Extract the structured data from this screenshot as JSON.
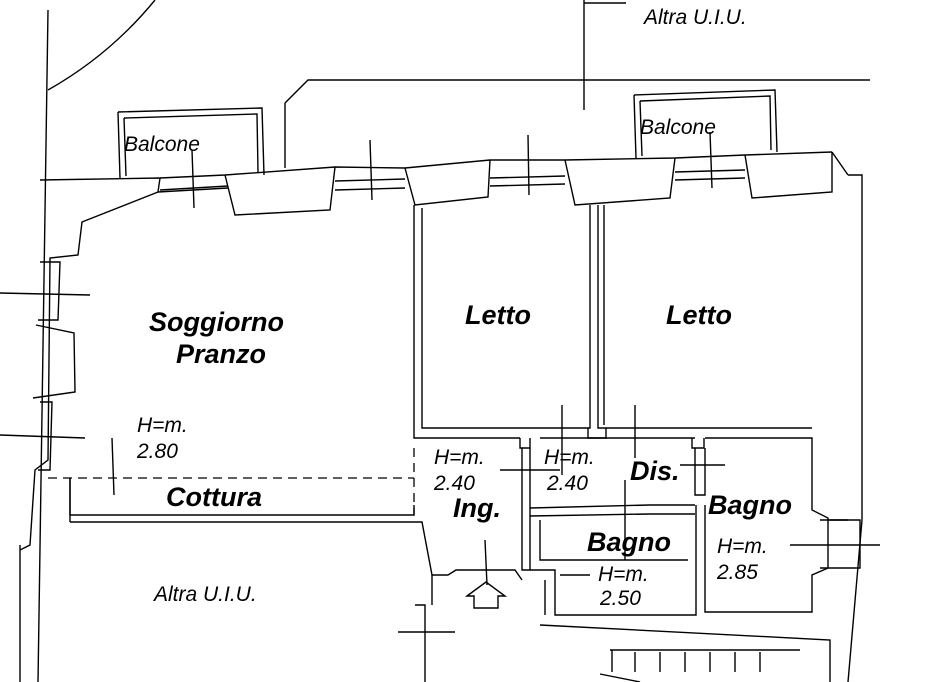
{
  "rooms": {
    "altra_uiu_top": "Altra U.I.U.",
    "altra_uiu_bottom": "Altra U.I.U.",
    "balcone_left": "Balcone",
    "balcone_right": "Balcone",
    "soggiorno": "Soggiorno",
    "pranzo": "Pranzo",
    "cottura": "Cottura",
    "letto_left": "Letto",
    "letto_right": "Letto",
    "dis": "Dis.",
    "ing": "Ing.",
    "bagno_center": "Bagno",
    "bagno_right": "Bagno"
  },
  "heights": {
    "soggiorno": {
      "label": "H=m.",
      "value": "2.80"
    },
    "ingresso": {
      "label": "H=m.",
      "value": "2.40"
    },
    "disimpegno": {
      "label": "H=m.",
      "value": "2.40"
    },
    "bagno_center": {
      "label": "H=m.",
      "value": "2.50"
    },
    "bagno_right": {
      "label": "H=m.",
      "value": "2.85"
    }
  }
}
